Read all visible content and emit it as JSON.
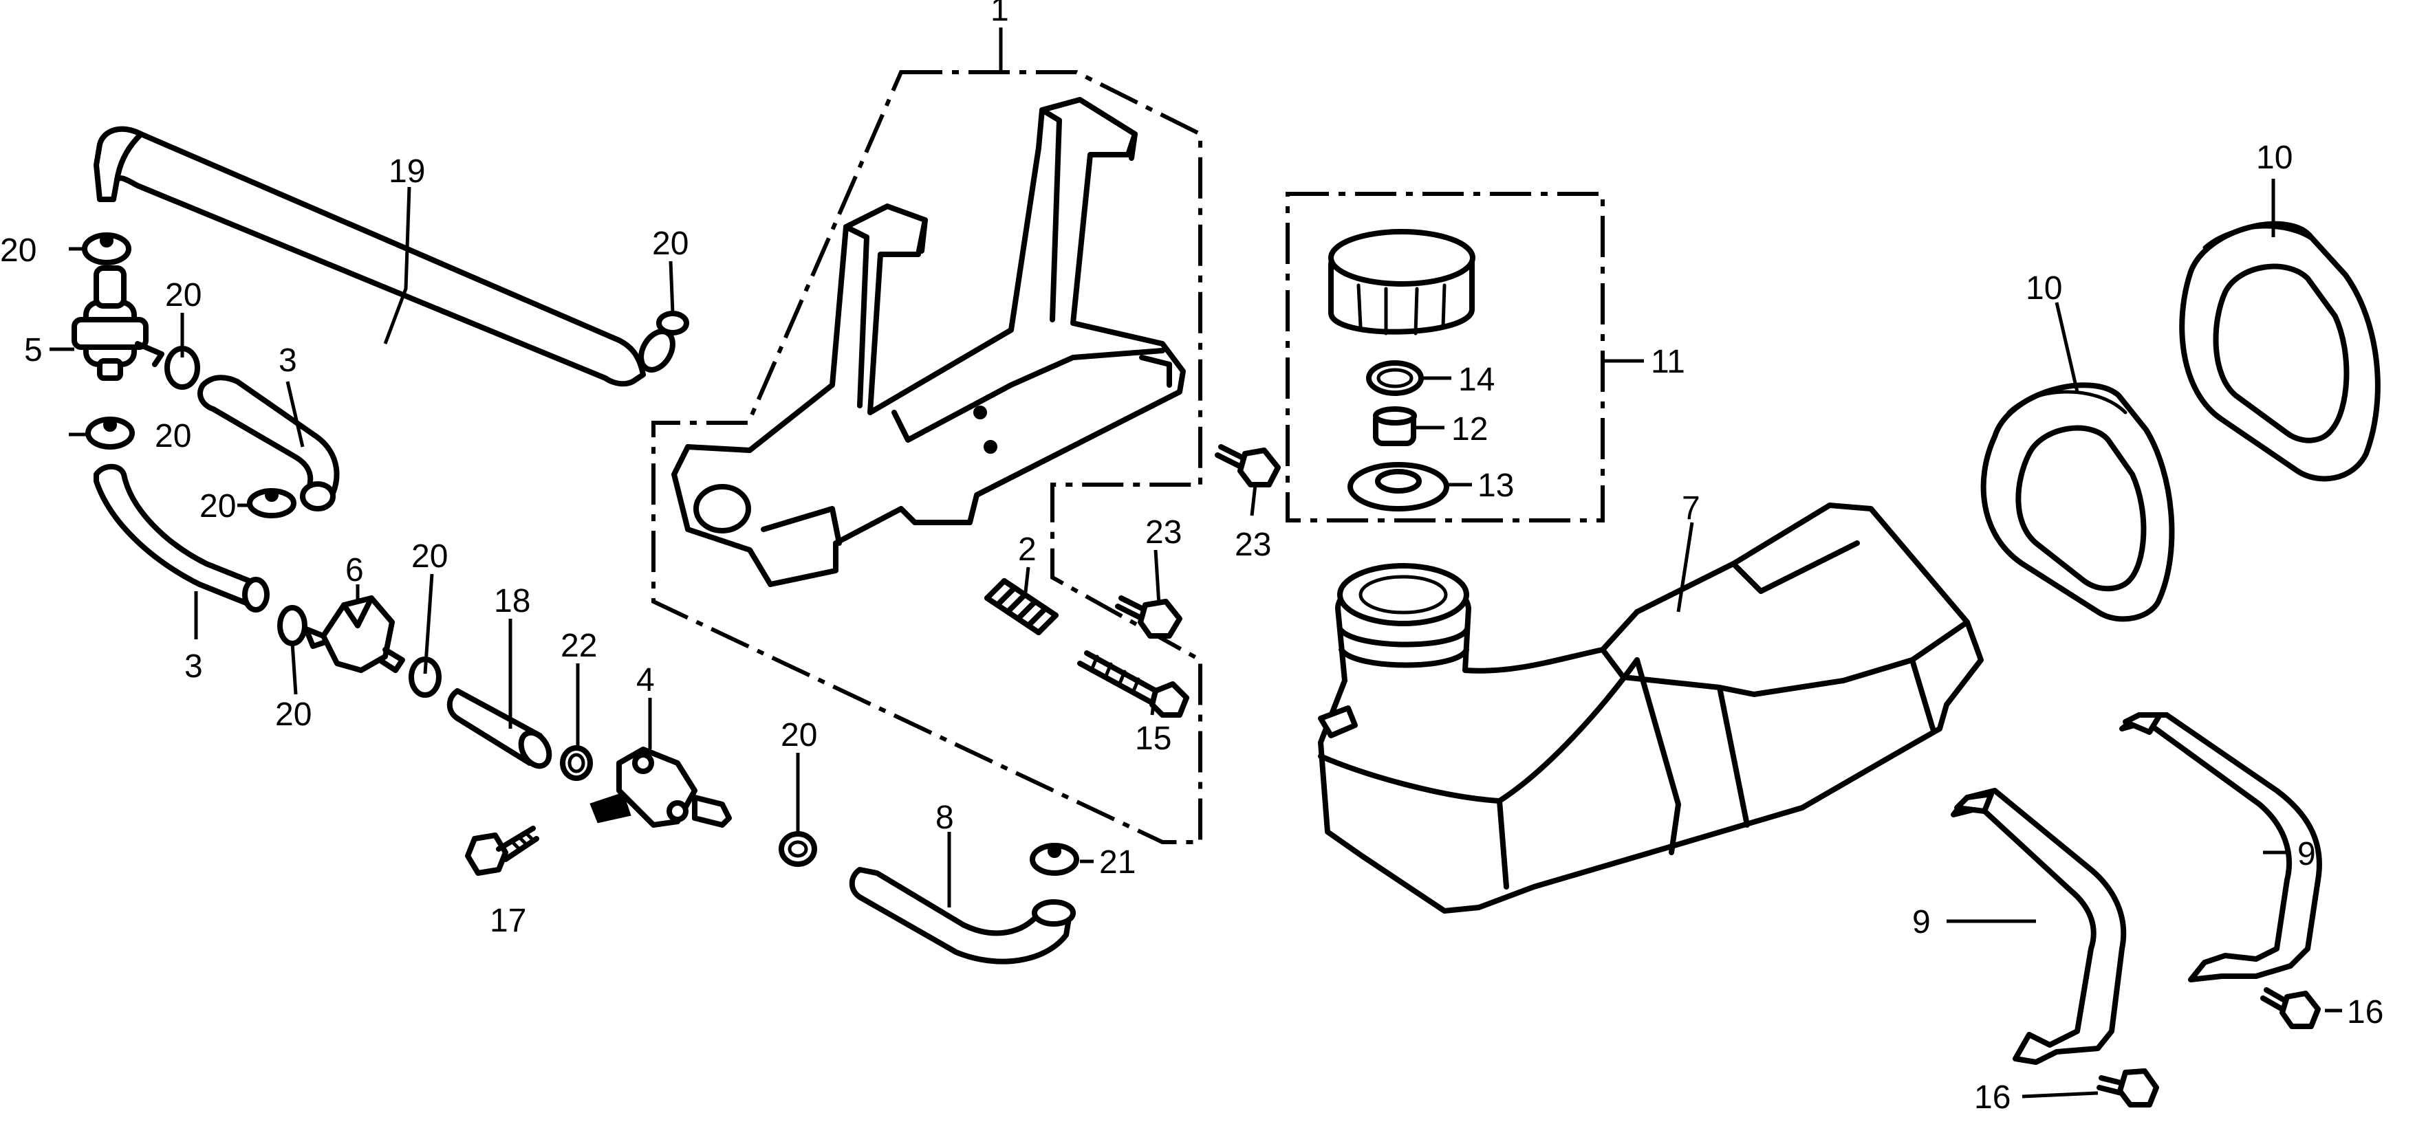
{
  "callouts": [
    {
      "id": "c1",
      "text": "1"
    },
    {
      "id": "c2",
      "text": "2"
    },
    {
      "id": "c3a",
      "text": "3"
    },
    {
      "id": "c3b",
      "text": "3"
    },
    {
      "id": "c4",
      "text": "4"
    },
    {
      "id": "c5",
      "text": "5"
    },
    {
      "id": "c6",
      "text": "6"
    },
    {
      "id": "c7",
      "text": "7"
    },
    {
      "id": "c8",
      "text": "8"
    },
    {
      "id": "c9a",
      "text": "9"
    },
    {
      "id": "c9b",
      "text": "9"
    },
    {
      "id": "c10a",
      "text": "10"
    },
    {
      "id": "c10b",
      "text": "10"
    },
    {
      "id": "c11",
      "text": "11"
    },
    {
      "id": "c12",
      "text": "12"
    },
    {
      "id": "c13",
      "text": "13"
    },
    {
      "id": "c14",
      "text": "14"
    },
    {
      "id": "c15",
      "text": "15"
    },
    {
      "id": "c16a",
      "text": "16"
    },
    {
      "id": "c16b",
      "text": "16"
    },
    {
      "id": "c17",
      "text": "17"
    },
    {
      "id": "c18",
      "text": "18"
    },
    {
      "id": "c19",
      "text": "19"
    },
    {
      "id": "c20a",
      "text": "20"
    },
    {
      "id": "c20b",
      "text": "20"
    },
    {
      "id": "c20c",
      "text": "20"
    },
    {
      "id": "c20d",
      "text": "20"
    },
    {
      "id": "c20e",
      "text": "20"
    },
    {
      "id": "c20f",
      "text": "20"
    },
    {
      "id": "c20g",
      "text": "20"
    },
    {
      "id": "c20h",
      "text": "20"
    },
    {
      "id": "c21",
      "text": "21"
    },
    {
      "id": "c22",
      "text": "22"
    },
    {
      "id": "c23a",
      "text": "23"
    },
    {
      "id": "c23b",
      "text": "23"
    }
  ]
}
